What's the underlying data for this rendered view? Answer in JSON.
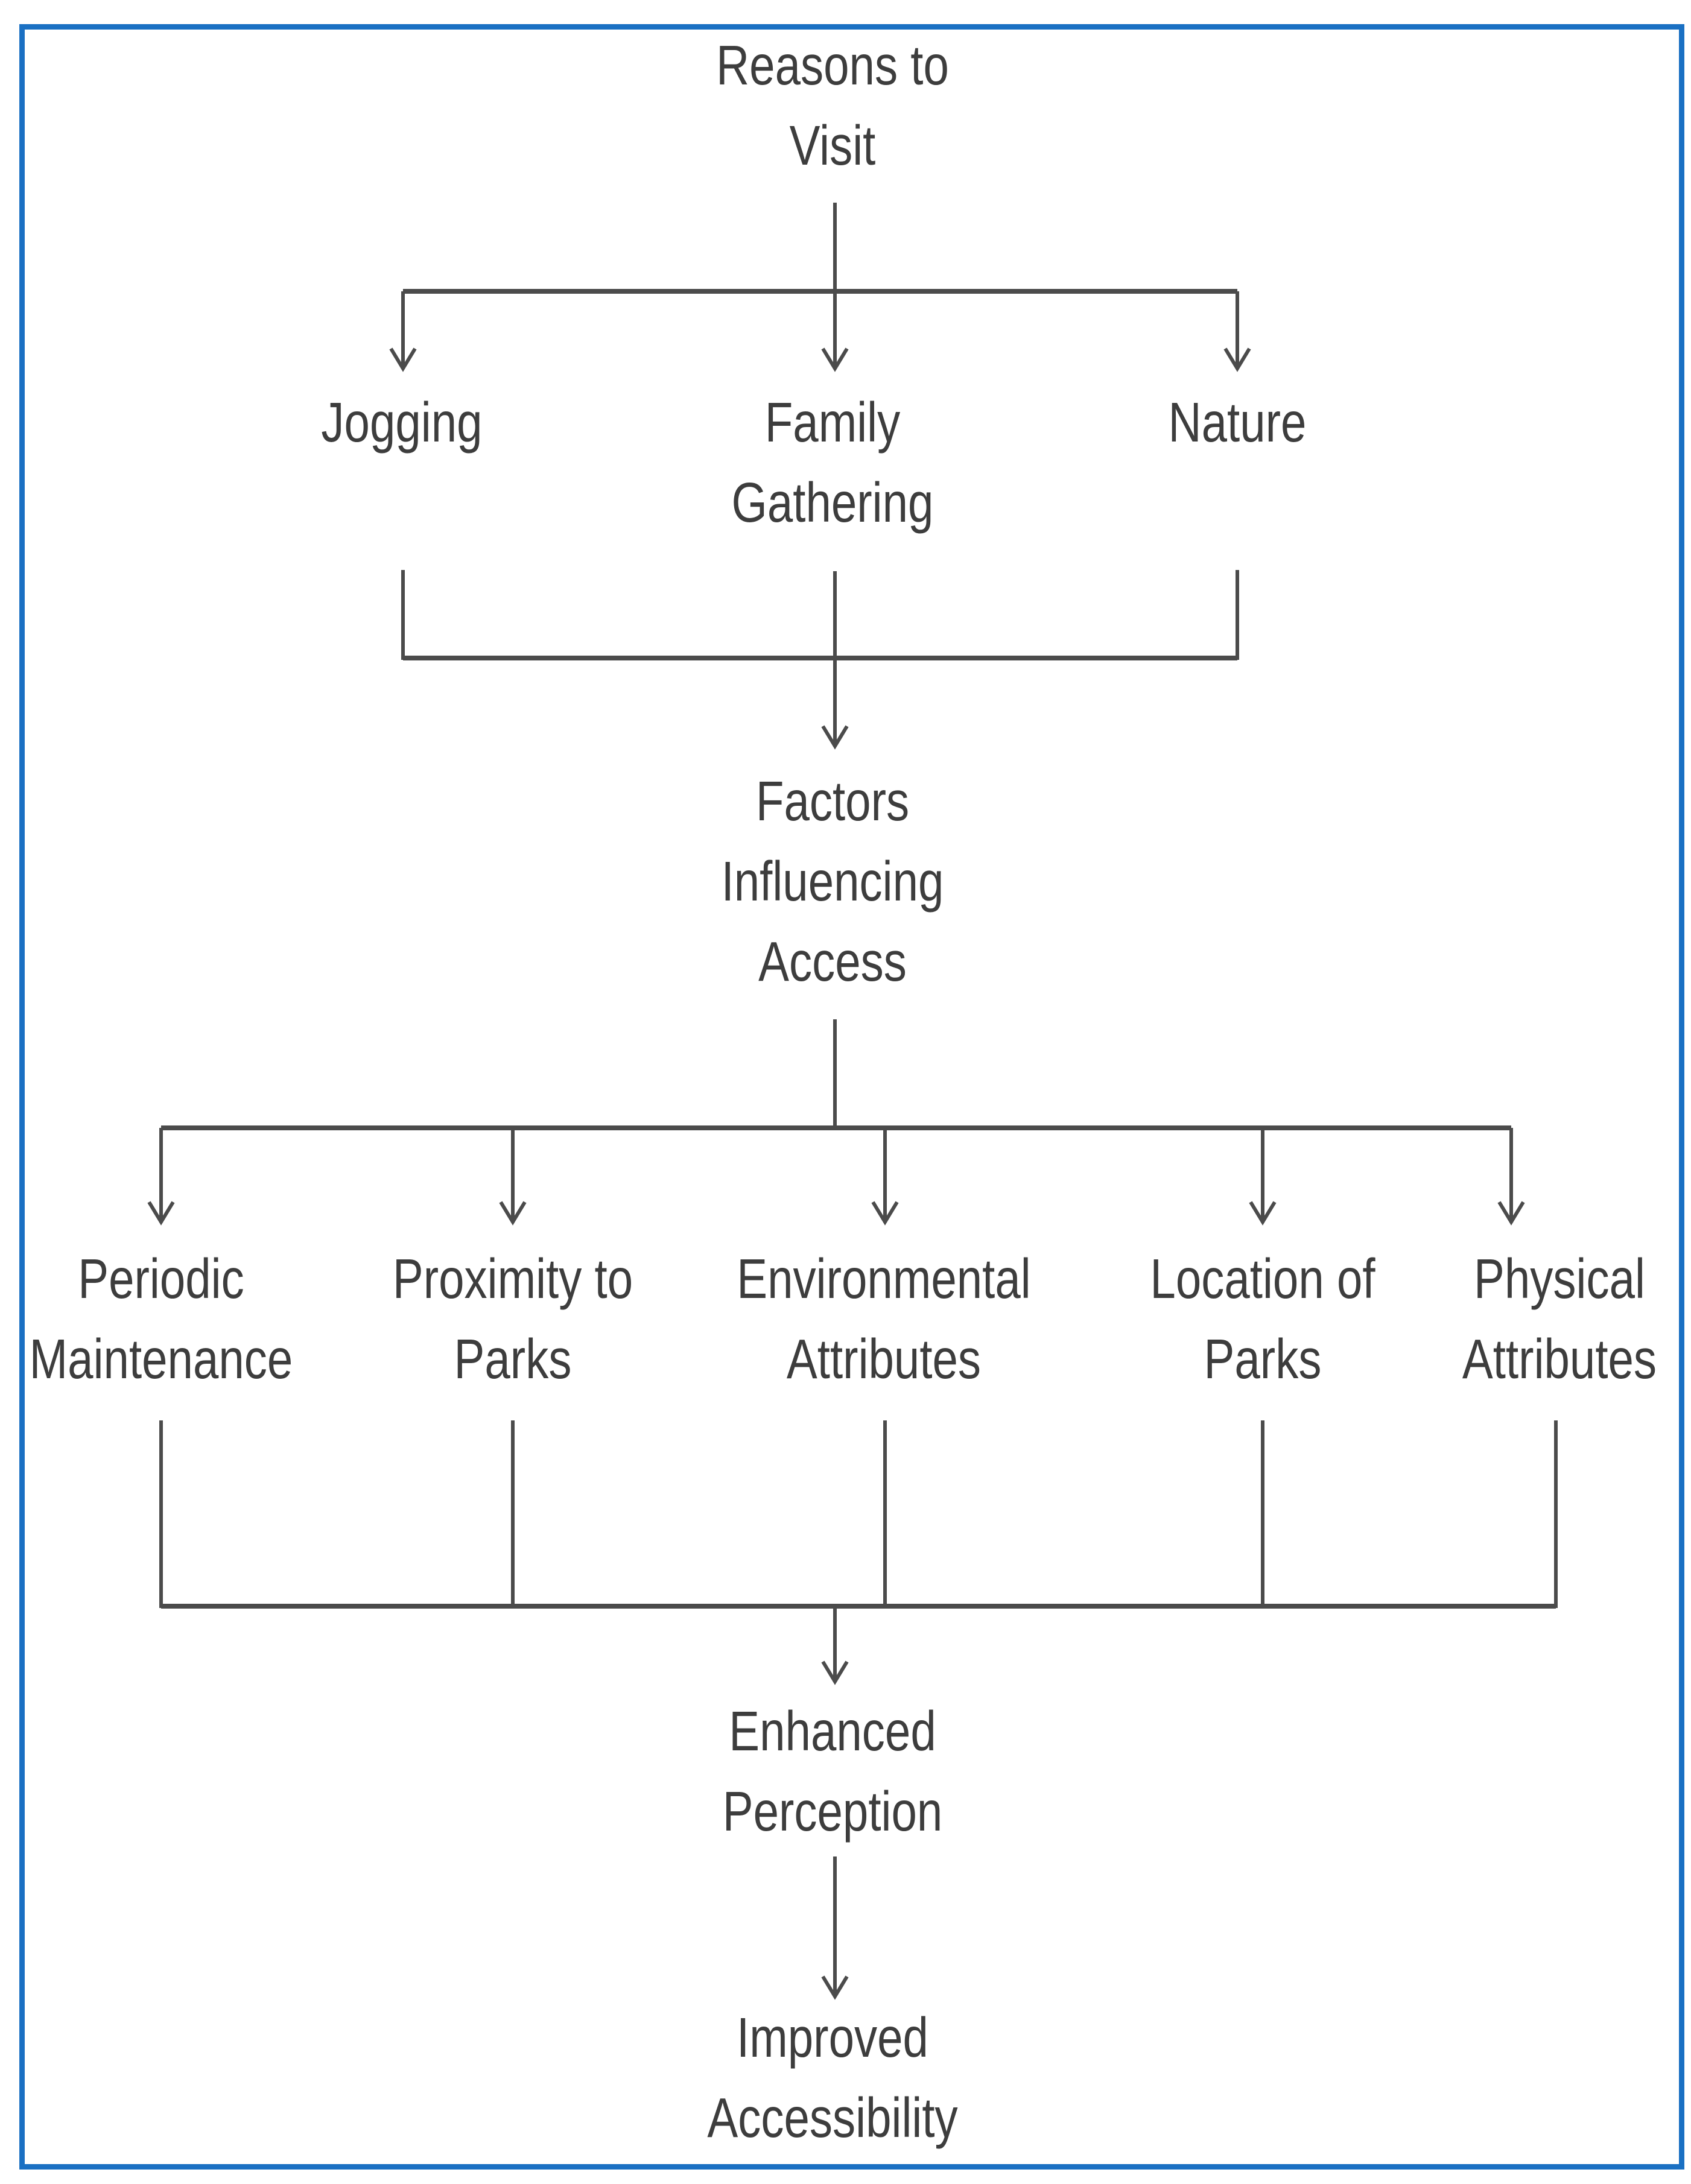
{
  "diagram": {
    "type": "flowchart",
    "nodes": {
      "reasons_to_visit": "Reasons to\nVisit",
      "jogging": "Jogging",
      "family_gathering": "Family\nGathering",
      "nature": "Nature",
      "factors_influencing_access": "Factors\nInfluencing\nAccess",
      "periodic_maintenance": "Periodic\nMaintenance",
      "proximity_to_parks": "Proximity to\nParks",
      "environmental_attributes": "Environmental\nAttributes",
      "location_of_parks": "Location of\nParks",
      "physical_attributes": "Physical\nAttributes",
      "enhanced_perception": "Enhanced\nPerception",
      "improved_accessibility": "Improved\nAccessibility"
    },
    "edges": [
      {
        "from": "reasons_to_visit",
        "to": [
          "jogging",
          "family_gathering",
          "nature"
        ]
      },
      {
        "from": [
          "jogging",
          "family_gathering",
          "nature"
        ],
        "to": "factors_influencing_access"
      },
      {
        "from": "factors_influencing_access",
        "to": [
          "periodic_maintenance",
          "proximity_to_parks",
          "environmental_attributes",
          "location_of_parks",
          "physical_attributes"
        ]
      },
      {
        "from": [
          "periodic_maintenance",
          "proximity_to_parks",
          "environmental_attributes",
          "location_of_parks",
          "physical_attributes"
        ],
        "to": "enhanced_perception"
      },
      {
        "from": "enhanced_perception",
        "to": "improved_accessibility"
      }
    ],
    "colors": {
      "border": "#1a70c3",
      "line": "#4b4b4b",
      "text": "#3d3d3d",
      "background": "#ffffff"
    }
  }
}
